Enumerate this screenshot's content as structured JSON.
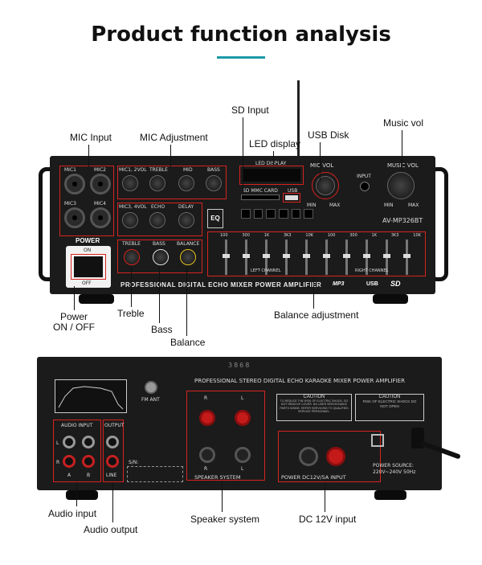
{
  "header": {
    "title": "Product function analysis",
    "accent": "#1c9aa8"
  },
  "front_labels": {
    "mic_input": "MIC Input",
    "mic_adjustment": "MIC Adjustment",
    "sd_input": "SD Input",
    "led_display": "LED display",
    "usb_disk": "USB Disk",
    "music_vol": "Music vol",
    "power": "Power",
    "on_off": "ON / OFF",
    "treble": "Treble",
    "bass": "Bass",
    "balance": "Balance",
    "balance_adjustment": "Balance adjustment"
  },
  "front_panel": {
    "mic1": "MIC1",
    "mic2": "MIC2",
    "mic3": "MIC3",
    "mic4": "MIC4",
    "mic12_vol": "MIC1, 2VOL",
    "treble": "TREBLE",
    "mid": "MID",
    "bass": "BASS",
    "mic34_vol": "MIC3, 4VOL",
    "echo": "ECHO",
    "delay": "DELAY",
    "treble2": "TREBLE",
    "bass2": "BASS",
    "balance2": "BALANCE",
    "led": "LED DISPLAY",
    "sd_card": "SD MMC CARD",
    "usb": "USB",
    "mic_vol": "MIC VOL",
    "input": "INPUT",
    "music_vol": "MUSIC VOL",
    "min": "MIN",
    "max": "MAX",
    "model": "AV-MP326BT",
    "power": "POWER",
    "on": "ON",
    "off": "OFF",
    "banner": "PROFESSIONAL DIGITAL ECHO MIXER POWER AMPLIFIER",
    "eq_freqs": [
      "100",
      "300",
      "1K",
      "3K3",
      "10K",
      "100",
      "300",
      "1K",
      "3K3",
      "10K"
    ],
    "left_channel": "LEFT CHANNEL",
    "right_channel": "RIGHT CHANNEL",
    "mp3": "MP3",
    "usb_logo": "USB",
    "sd_logo": "SD"
  },
  "back_labels": {
    "audio_input": "Audio input",
    "audio_output": "Audio output",
    "speaker_system": "Speaker system",
    "dc_input": "DC 12V input"
  },
  "back_panel": {
    "serial": "3868",
    "banner": "PROFESSIONAL STEREO DIGITAL ECHO KARAOKE MIXER POWER AMPLIFIER",
    "fm_ant": "FM ANT",
    "caution_left": "CAUTION",
    "caution_left_text": "TO REDUCE THE RISK OF ELECTRIC SHOCK, DO NOT REMOVE COVER. NO USER SERVICEABLE PARTS INSIDE. REFER SERVICING TO QUALIFIED SERVICE PERSONNEL.",
    "caution_right": "CAUTION",
    "caution_right_text": "RISK OF ELECTRIC SHOCK DO NOT OPEN",
    "audio_input": "AUDIO INPUT",
    "output": "OUTPUT",
    "l": "L",
    "r": "R",
    "a": "A",
    "b": "B",
    "line": "LINE",
    "sn": "S/N:",
    "speaker_system": "SPEAKER SYSTEM",
    "power_dc": "POWER DC12V/5A INPUT",
    "power_source": "POWER SOURCE:",
    "power_source_val": "220V~240V 50Hz"
  }
}
